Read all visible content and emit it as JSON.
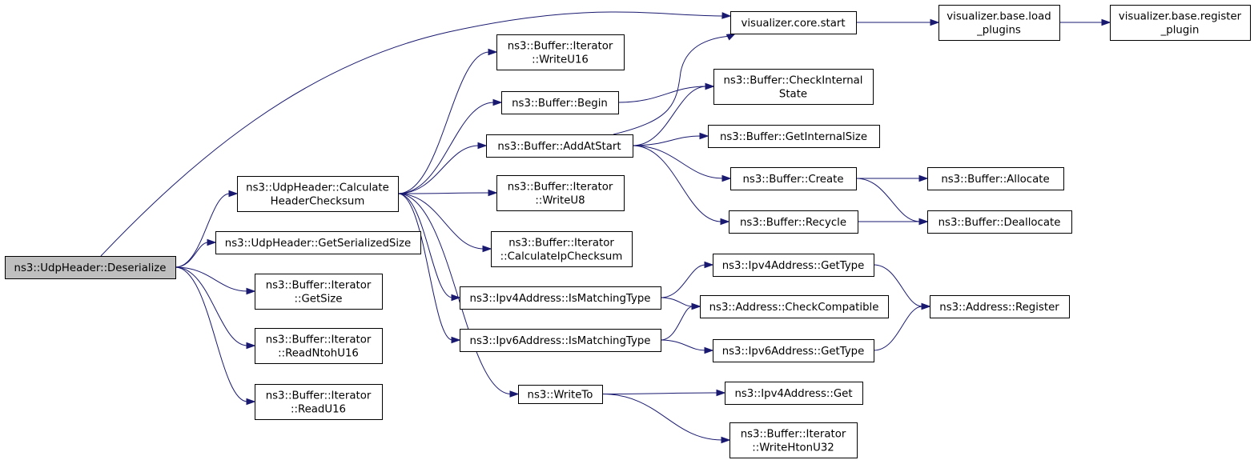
{
  "graph": {
    "nodes": {
      "deserialize": [
        "ns3::UdpHeader::Deserialize"
      ],
      "calc": [
        "ns3::UdpHeader::Calculate",
        "HeaderChecksum"
      ],
      "getser": [
        "ns3::UdpHeader::GetSerializedSize"
      ],
      "getsize": [
        "ns3::Buffer::Iterator",
        "::GetSize"
      ],
      "readntoh": [
        "ns3::Buffer::Iterator",
        "::ReadNtohU16"
      ],
      "readu16": [
        "ns3::Buffer::Iterator",
        "::ReadU16"
      ],
      "vstart": [
        "visualizer.core.start"
      ],
      "vload": [
        "visualizer.base.load",
        "_plugins"
      ],
      "vreg": [
        "visualizer.base.register",
        "_plugin"
      ],
      "writeu16": [
        "ns3::Buffer::Iterator",
        "::WriteU16"
      ],
      "begin": [
        "ns3::Buffer::Begin"
      ],
      "addat": [
        "ns3::Buffer::AddAtStart"
      ],
      "writeu8": [
        "ns3::Buffer::Iterator",
        "::WriteU8"
      ],
      "calcip": [
        "ns3::Buffer::Iterator",
        "::CalculateIpChecksum"
      ],
      "ipv4match": [
        "ns3::Ipv4Address::IsMatchingType"
      ],
      "ipv6match": [
        "ns3::Ipv6Address::IsMatchingType"
      ],
      "writeto": [
        "ns3::WriteTo"
      ],
      "checkint": [
        "ns3::Buffer::CheckInternal",
        "State"
      ],
      "getint": [
        "ns3::Buffer::GetInternalSize"
      ],
      "create": [
        "ns3::Buffer::Create"
      ],
      "recycle": [
        "ns3::Buffer::Recycle"
      ],
      "allocate": [
        "ns3::Buffer::Allocate"
      ],
      "dealloc": [
        "ns3::Buffer::Deallocate"
      ],
      "ipv4type": [
        "ns3::Ipv4Address::GetType"
      ],
      "checkcomp": [
        "ns3::Address::CheckCompatible"
      ],
      "ipv6type": [
        "ns3::Ipv6Address::GetType"
      ],
      "register": [
        "ns3::Address::Register"
      ],
      "ipv4get": [
        "ns3::Ipv4Address::Get"
      ],
      "writehton": [
        "ns3::Buffer::Iterator",
        "::WriteHtonU32"
      ]
    },
    "edges": [
      [
        "deserialize",
        "calc"
      ],
      [
        "deserialize",
        "getser"
      ],
      [
        "deserialize",
        "getsize"
      ],
      [
        "deserialize",
        "readntoh"
      ],
      [
        "deserialize",
        "readu16"
      ],
      [
        "deserialize",
        "vstart"
      ],
      [
        "calc",
        "writeu16"
      ],
      [
        "calc",
        "begin"
      ],
      [
        "calc",
        "addat"
      ],
      [
        "calc",
        "writeu8"
      ],
      [
        "calc",
        "calcip"
      ],
      [
        "calc",
        "ipv4match"
      ],
      [
        "calc",
        "ipv6match"
      ],
      [
        "calc",
        "writeto"
      ],
      [
        "vstart",
        "vload"
      ],
      [
        "vload",
        "vreg"
      ],
      [
        "begin",
        "checkint"
      ],
      [
        "addat",
        "checkint"
      ],
      [
        "addat",
        "getint"
      ],
      [
        "addat",
        "create"
      ],
      [
        "addat",
        "recycle"
      ],
      [
        "addat",
        "vstart"
      ],
      [
        "create",
        "allocate"
      ],
      [
        "create",
        "dealloc"
      ],
      [
        "recycle",
        "dealloc"
      ],
      [
        "ipv4match",
        "ipv4type"
      ],
      [
        "ipv4match",
        "checkcomp"
      ],
      [
        "ipv6match",
        "checkcomp"
      ],
      [
        "ipv6match",
        "ipv6type"
      ],
      [
        "ipv4type",
        "register"
      ],
      [
        "ipv6type",
        "register"
      ],
      [
        "writeto",
        "ipv4get"
      ],
      [
        "writeto",
        "writehton"
      ]
    ]
  }
}
